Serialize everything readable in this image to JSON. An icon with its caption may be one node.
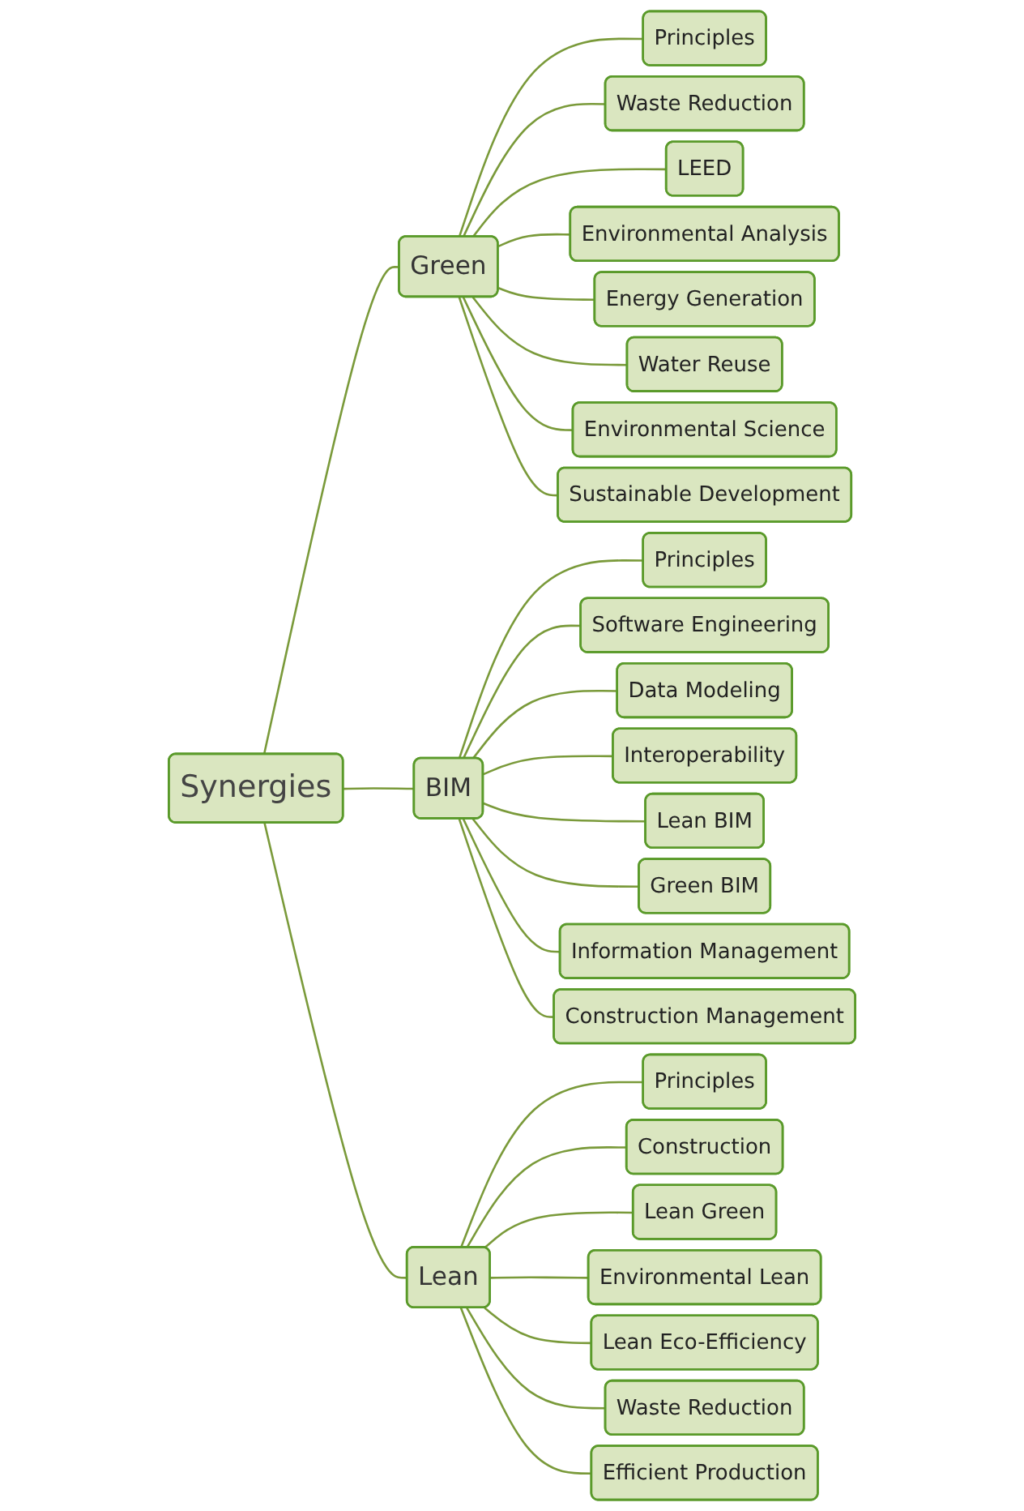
{
  "diagram": {
    "nodes": [
      {
        "text": [
          "Synergies"
        ]
      },
      {
        "text": [
          "Green"
        ]
      },
      {
        "text": [
          "Principles"
        ]
      },
      {
        "text": [
          "Waste Reduction"
        ]
      },
      {
        "text": [
          "LEED"
        ]
      },
      {
        "text": [
          "Environmental Analysis"
        ]
      },
      {
        "text": [
          "Energy Generation"
        ]
      },
      {
        "text": [
          "Water Reuse"
        ]
      },
      {
        "text": [
          "Environmental Science"
        ]
      },
      {
        "text": [
          "Sustainable Development"
        ]
      },
      {
        "text": [
          "BIM"
        ]
      },
      {
        "text": [
          "Principles"
        ]
      },
      {
        "text": [
          "Software Engineering"
        ]
      },
      {
        "text": [
          "Data Modeling"
        ]
      },
      {
        "text": [
          "Interoperability"
        ]
      },
      {
        "text": [
          "Lean BIM"
        ]
      },
      {
        "text": [
          "Green BIM"
        ]
      },
      {
        "text": [
          "Information Management"
        ]
      },
      {
        "text": [
          "Construction Management"
        ]
      },
      {
        "text": [
          "Lean"
        ]
      },
      {
        "text": [
          "Principles"
        ]
      },
      {
        "text": [
          "Construction"
        ]
      },
      {
        "text": [
          "Lean Green"
        ]
      },
      {
        "text": [
          "Environmental Lean"
        ]
      },
      {
        "text": [
          "Lean Eco-Efficiency"
        ]
      },
      {
        "text": [
          "Waste Reduction"
        ]
      },
      {
        "text": [
          "Efficient Production"
        ]
      }
    ],
    "edges": [
      {
        "from": 0,
        "to": 1,
        "arrow": "none"
      },
      {
        "from": 1,
        "to": 2,
        "arrow": "none"
      },
      {
        "from": 1,
        "to": 3,
        "arrow": "none"
      },
      {
        "from": 1,
        "to": 4,
        "arrow": "none"
      },
      {
        "from": 1,
        "to": 5,
        "arrow": "none"
      },
      {
        "from": 1,
        "to": 6,
        "arrow": "none"
      },
      {
        "from": 1,
        "to": 7,
        "arrow": "none"
      },
      {
        "from": 1,
        "to": 8,
        "arrow": "none"
      },
      {
        "from": 1,
        "to": 9,
        "arrow": "none"
      },
      {
        "from": 0,
        "to": 10,
        "arrow": "none"
      },
      {
        "from": 10,
        "to": 11,
        "arrow": "none"
      },
      {
        "from": 10,
        "to": 12,
        "arrow": "none"
      },
      {
        "from": 10,
        "to": 13,
        "arrow": "none"
      },
      {
        "from": 10,
        "to": 14,
        "arrow": "none"
      },
      {
        "from": 10,
        "to": 15,
        "arrow": "none"
      },
      {
        "from": 10,
        "to": 16,
        "arrow": "none"
      },
      {
        "from": 10,
        "to": 17,
        "arrow": "none"
      },
      {
        "from": 10,
        "to": 18,
        "arrow": "none"
      },
      {
        "from": 0,
        "to": 19,
        "arrow": "none"
      },
      {
        "from": 19,
        "to": 20,
        "arrow": "none"
      },
      {
        "from": 19,
        "to": 21,
        "arrow": "none"
      },
      {
        "from": 19,
        "to": 22,
        "arrow": "none"
      },
      {
        "from": 19,
        "to": 23,
        "arrow": "none"
      },
      {
        "from": 19,
        "to": 24,
        "arrow": "none"
      },
      {
        "from": 19,
        "to": 25,
        "arrow": "none"
      },
      {
        "from": 19,
        "to": 26,
        "arrow": "none"
      }
    ]
  }
}
